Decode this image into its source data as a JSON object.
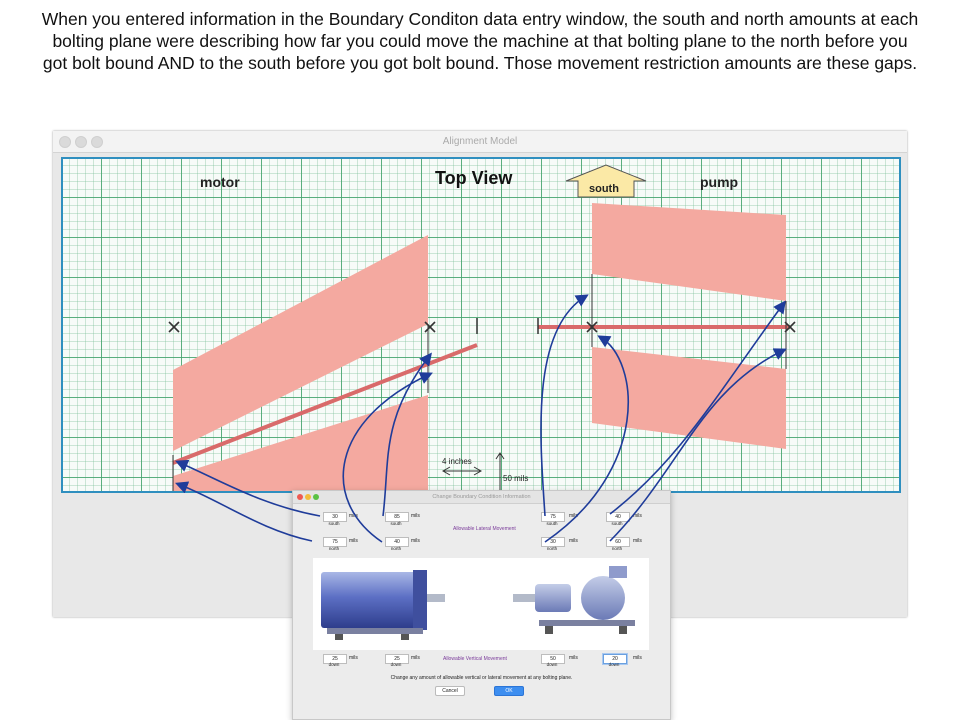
{
  "caption": "When you entered information in the Boundary Conditon data entry window, the south and north amounts at each bolting plane were describing how far you could move the machine at that bolting plane to the north before you got bolt bound AND to the south before you got bolt bound.  Those movement restriction amounts are these gaps.",
  "window": {
    "title": "Alignment Model"
  },
  "plot": {
    "left_label": "motor",
    "center_label": "Top View",
    "compass_label": "south",
    "right_label": "pump",
    "scale_inches": "4 inches",
    "scale_mils": "50 mils"
  },
  "dialog": {
    "title": "Change Boundary Condition Information",
    "lateral_label": "Allowable Lateral Movement",
    "vertical_label": "Allowable Vertical Movement",
    "unit": "mils",
    "south": "south",
    "north": "north",
    "down": "down",
    "lateral": [
      {
        "south": "30",
        "north": "75"
      },
      {
        "south": "85",
        "north": "40"
      },
      {
        "south": "75",
        "north": "30"
      },
      {
        "south": "40",
        "north": "60"
      }
    ],
    "vertical": [
      "25",
      "25",
      "50",
      "20"
    ],
    "instruction": "Change any amount of allowable vertical or lateral movement at any bolting plane.",
    "cancel": "Cancel",
    "ok": "OK"
  },
  "colors": {
    "zone": "#f4a9a0",
    "shaft": "#d96a6a",
    "arrow": "#1f3c9a",
    "grid": "#46a56e",
    "frame": "#2f8fbf"
  }
}
